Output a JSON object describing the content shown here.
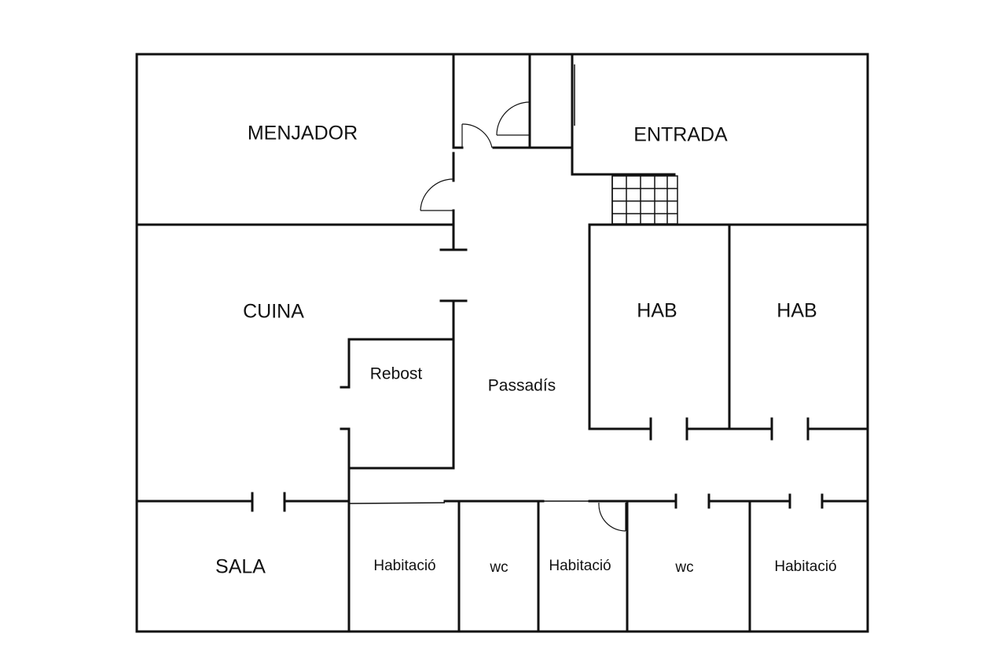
{
  "rooms": {
    "menjador": "MENJADOR",
    "entrada": "ENTRADA",
    "cuina": "CUINA",
    "hab_1": "HAB",
    "hab_2": "HAB",
    "rebost": "Rebost",
    "passadis": "Passadís",
    "sala": "SALA",
    "habitacio_1": "Habitació",
    "wc_1": "wc",
    "habitacio_2": "Habitació",
    "wc_2": "wc",
    "habitacio_3": "Habitació"
  },
  "colors": {
    "wall": "#111111",
    "background": "#ffffff"
  }
}
